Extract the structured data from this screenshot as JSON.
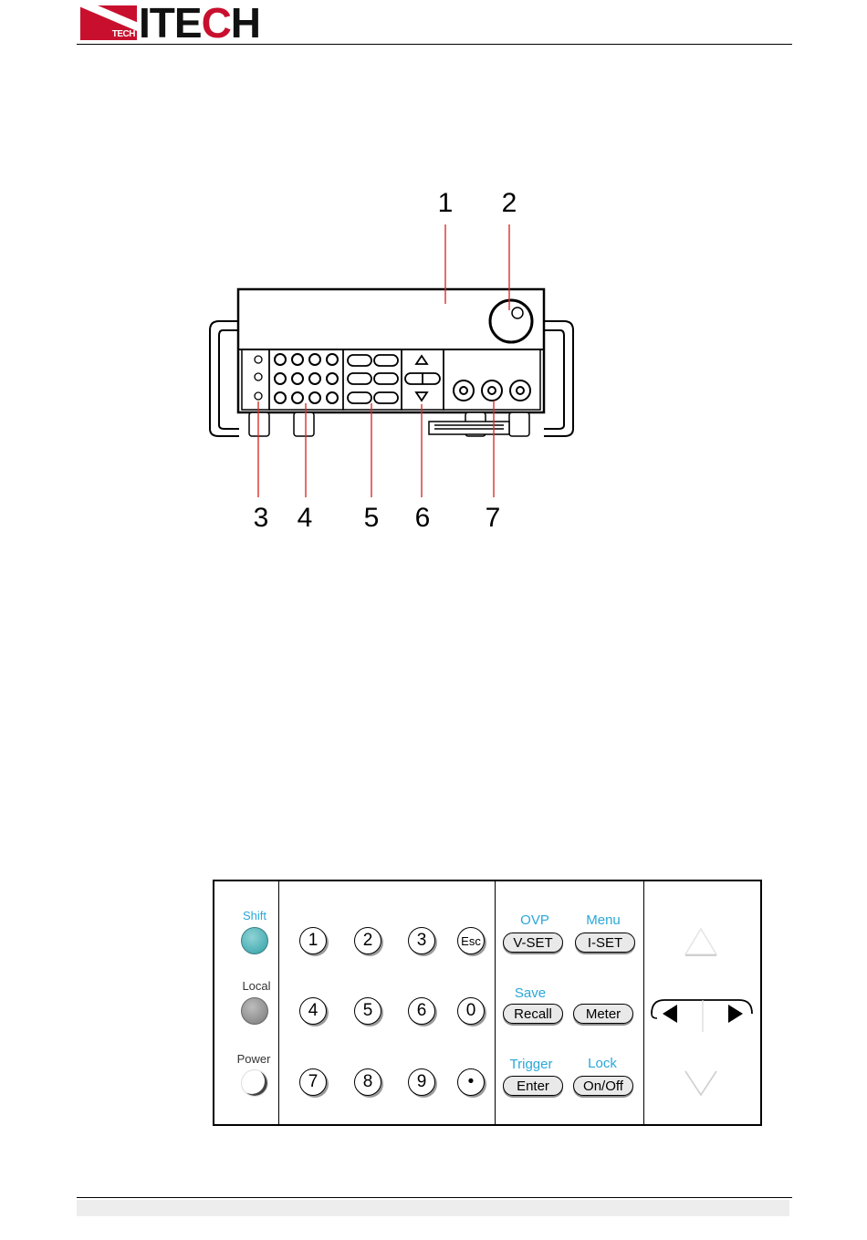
{
  "header": {
    "logo_sub": "TECH",
    "logo_word_a": "ITE",
    "logo_word_c": "C",
    "logo_word_b": "H"
  },
  "front_panel_callouts": [
    "1",
    "2",
    "3",
    "4",
    "5",
    "6",
    "7"
  ],
  "keypad": {
    "indicators": [
      {
        "label": "Shift",
        "label_color": "#2aa7d8",
        "led_color": "#4eb0b5"
      },
      {
        "label": "Local",
        "label_color": "#333333",
        "led_color": "#8d8d8d"
      },
      {
        "label": "Power",
        "label_color": "#333333",
        "led_color": "#ffffff"
      }
    ],
    "number_keys": [
      "1",
      "2",
      "3",
      "Esc",
      "4",
      "5",
      "6",
      "0",
      "7",
      "8",
      "9",
      "•"
    ],
    "function_keys": [
      {
        "shift_label": "OVP",
        "label": "V-SET"
      },
      {
        "shift_label": "Menu",
        "label": "I-SET"
      },
      {
        "shift_label": "Save",
        "label": "Recall"
      },
      {
        "shift_label": "",
        "label": "Meter"
      },
      {
        "shift_label": "Trigger",
        "label": "Enter"
      },
      {
        "shift_label": "Lock",
        "label": "On/Off"
      }
    ],
    "accent_color": "#2aa7d8",
    "arrow_icons": [
      "up-arrow-icon",
      "left-arrow-icon",
      "right-arrow-icon",
      "down-arrow-icon"
    ]
  }
}
